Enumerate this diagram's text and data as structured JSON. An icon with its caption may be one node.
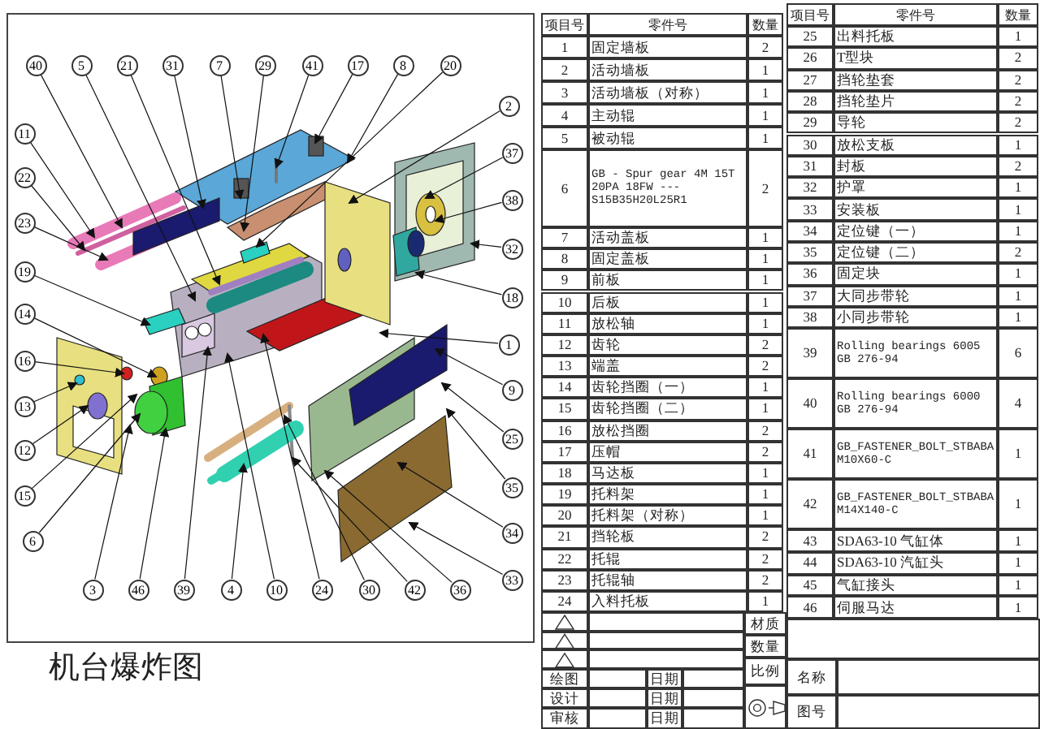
{
  "diagram": {
    "title": "机台爆炸图",
    "nodes": [
      {
        "text": [
          "40"
        ]
      },
      {
        "text": [
          "5"
        ]
      },
      {
        "text": [
          "21"
        ]
      },
      {
        "text": [
          "31"
        ]
      },
      {
        "text": [
          "7"
        ]
      },
      {
        "text": [
          "29"
        ]
      },
      {
        "text": [
          "41"
        ]
      },
      {
        "text": [
          "17"
        ]
      },
      {
        "text": [
          "8"
        ]
      },
      {
        "text": [
          "20"
        ]
      },
      {
        "text": [
          "11"
        ]
      },
      {
        "text": [
          "22"
        ]
      },
      {
        "text": [
          "23"
        ]
      },
      {
        "text": [
          "19"
        ]
      },
      {
        "text": [
          "14"
        ]
      },
      {
        "text": [
          "16"
        ]
      },
      {
        "text": [
          "13"
        ]
      },
      {
        "text": [
          "12"
        ]
      },
      {
        "text": [
          "15"
        ]
      },
      {
        "text": [
          "6"
        ]
      },
      {
        "text": [
          "2"
        ]
      },
      {
        "text": [
          "37"
        ]
      },
      {
        "text": [
          "38"
        ]
      },
      {
        "text": [
          "32"
        ]
      },
      {
        "text": [
          "18"
        ]
      },
      {
        "text": [
          "1"
        ]
      },
      {
        "text": [
          "9"
        ]
      },
      {
        "text": [
          "25"
        ]
      },
      {
        "text": [
          "35"
        ]
      },
      {
        "text": [
          "34"
        ]
      },
      {
        "text": [
          "33"
        ]
      },
      {
        "text": [
          "3"
        ]
      },
      {
        "text": [
          "46"
        ]
      },
      {
        "text": [
          "39"
        ]
      },
      {
        "text": [
          "4"
        ]
      },
      {
        "text": [
          "10"
        ]
      },
      {
        "text": [
          "24"
        ]
      },
      {
        "text": [
          "30"
        ]
      },
      {
        "text": [
          "42"
        ]
      },
      {
        "text": [
          "36"
        ]
      }
    ],
    "edges": [
      {
        "from": 0,
        "to": null,
        "arrow": "to"
      },
      {
        "from": 1,
        "to": null,
        "arrow": "to"
      },
      {
        "from": 2,
        "to": null,
        "arrow": "to"
      },
      {
        "from": 3,
        "to": null,
        "arrow": "to"
      },
      {
        "from": 4,
        "to": null,
        "arrow": "to"
      },
      {
        "from": 5,
        "to": null,
        "arrow": "to"
      },
      {
        "from": 6,
        "to": null,
        "arrow": "to"
      },
      {
        "from": 7,
        "to": null,
        "arrow": "to"
      },
      {
        "from": 8,
        "to": null,
        "arrow": "to"
      },
      {
        "from": 9,
        "to": null,
        "arrow": "to"
      },
      {
        "from": 10,
        "to": null,
        "arrow": "to"
      },
      {
        "from": 11,
        "to": null,
        "arrow": "to"
      },
      {
        "from": 12,
        "to": null,
        "arrow": "to"
      },
      {
        "from": 13,
        "to": null,
        "arrow": "to"
      },
      {
        "from": 14,
        "to": null,
        "arrow": "to"
      },
      {
        "from": 15,
        "to": null,
        "arrow": "to"
      },
      {
        "from": 16,
        "to": null,
        "arrow": "to"
      },
      {
        "from": 17,
        "to": null,
        "arrow": "to"
      },
      {
        "from": 18,
        "to": null,
        "arrow": "to"
      },
      {
        "from": 19,
        "to": null,
        "arrow": "to"
      },
      {
        "from": 20,
        "to": null,
        "arrow": "to"
      },
      {
        "from": 21,
        "to": null,
        "arrow": "to"
      },
      {
        "from": 22,
        "to": null,
        "arrow": "to"
      },
      {
        "from": 23,
        "to": null,
        "arrow": "to"
      },
      {
        "from": 24,
        "to": null,
        "arrow": "to"
      },
      {
        "from": 25,
        "to": null,
        "arrow": "to"
      },
      {
        "from": 26,
        "to": null,
        "arrow": "to"
      },
      {
        "from": 27,
        "to": null,
        "arrow": "to"
      },
      {
        "from": 28,
        "to": null,
        "arrow": "to"
      },
      {
        "from": 29,
        "to": null,
        "arrow": "to"
      },
      {
        "from": 30,
        "to": null,
        "arrow": "to"
      },
      {
        "from": 31,
        "to": null,
        "arrow": "to"
      },
      {
        "from": 32,
        "to": null,
        "arrow": "to"
      },
      {
        "from": 33,
        "to": null,
        "arrow": "to"
      },
      {
        "from": 34,
        "to": null,
        "arrow": "to"
      },
      {
        "from": 35,
        "to": null,
        "arrow": "to"
      },
      {
        "from": 36,
        "to": null,
        "arrow": "to"
      },
      {
        "from": 37,
        "to": null,
        "arrow": "to"
      },
      {
        "from": 38,
        "to": null,
        "arrow": "to"
      },
      {
        "from": 39,
        "to": null,
        "arrow": "to"
      }
    ],
    "labels": [
      "项目号",
      "零件号",
      "数量",
      "1",
      "固定墙板",
      "2",
      "2",
      "活动墙板",
      "1",
      "3",
      "活动墙板（对称）",
      "1",
      "4",
      "主动辊",
      "1",
      "5",
      "被动辊",
      "1",
      "6",
      "GB - Spur gear 4M 15T 20PA 18FW --- S15B35H20L25R1",
      "2",
      "7",
      "活动盖板",
      "1",
      "8",
      "固定盖板",
      "1",
      "9",
      "前板",
      "1",
      "10",
      "后板",
      "1",
      "11",
      "放松轴",
      "1",
      "12",
      "齿轮",
      "2",
      "13",
      "端盖",
      "2",
      "14",
      "齿轮挡圈（一）",
      "1",
      "15",
      "齿轮挡圈（二）",
      "1",
      "16",
      "放松挡圈",
      "2",
      "17",
      "压帽",
      "2",
      "18",
      "马达板",
      "1",
      "19",
      "托料架",
      "1",
      "20",
      "托料架（对称）",
      "1",
      "21",
      "挡轮板",
      "2",
      "22",
      "托辊",
      "2",
      "23",
      "托辊轴",
      "2",
      "24",
      "入料托板",
      "1",
      "项目号",
      "零件号",
      "数量",
      "25",
      "出料托板",
      "1",
      "26",
      "T型块",
      "2",
      "27",
      "挡轮垫套",
      "2",
      "28",
      "挡轮垫片",
      "2",
      "29",
      "导轮",
      "2",
      "30",
      "放松支板",
      "1",
      "31",
      "封板",
      "2",
      "32",
      "护罩",
      "1",
      "33",
      "安装板",
      "1",
      "34",
      "定位键（一）",
      "1",
      "35",
      "定位键（二）",
      "2",
      "36",
      "固定块",
      "1",
      "37",
      "大同步带轮",
      "1",
      "38",
      "小同步带轮",
      "1",
      "39",
      "Rolling bearings 6005 GB 276-94",
      "6",
      "40",
      "Rolling bearings 6000 GB 276-94",
      "4",
      "41",
      "GB_FASTENER_BOLT_STBABA M10X60-C",
      "1",
      "42",
      "GB_FASTENER_BOLT_STBABA M14X140-C",
      "1",
      "43",
      "SDA63-10 气缸体",
      "1",
      "44",
      "SDA63-10 汽缸头",
      "1",
      "45",
      "气缸接头",
      "1",
      "46",
      "伺服马达",
      "1",
      "材质",
      "数量",
      "比例",
      "绘图",
      "日期",
      "设计",
      "日期",
      "审核",
      "日期",
      "名称",
      "图号"
    ]
  }
}
